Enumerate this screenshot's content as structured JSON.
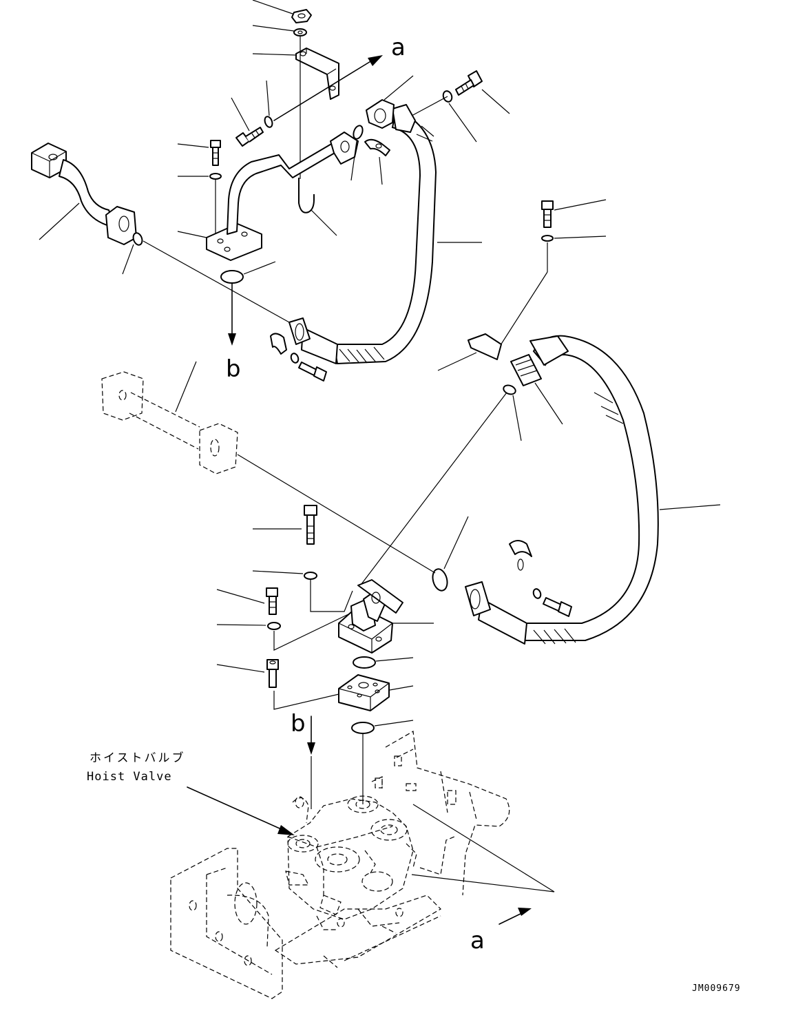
{
  "callouts": {
    "a_top": "a",
    "b_top": "b",
    "b_bottom": "b",
    "a_bottom": "a"
  },
  "hoist_valve": {
    "label_jp": "ホイストバルブ",
    "label_en": "Hoist Valve"
  },
  "drawing_code": "JM009679"
}
